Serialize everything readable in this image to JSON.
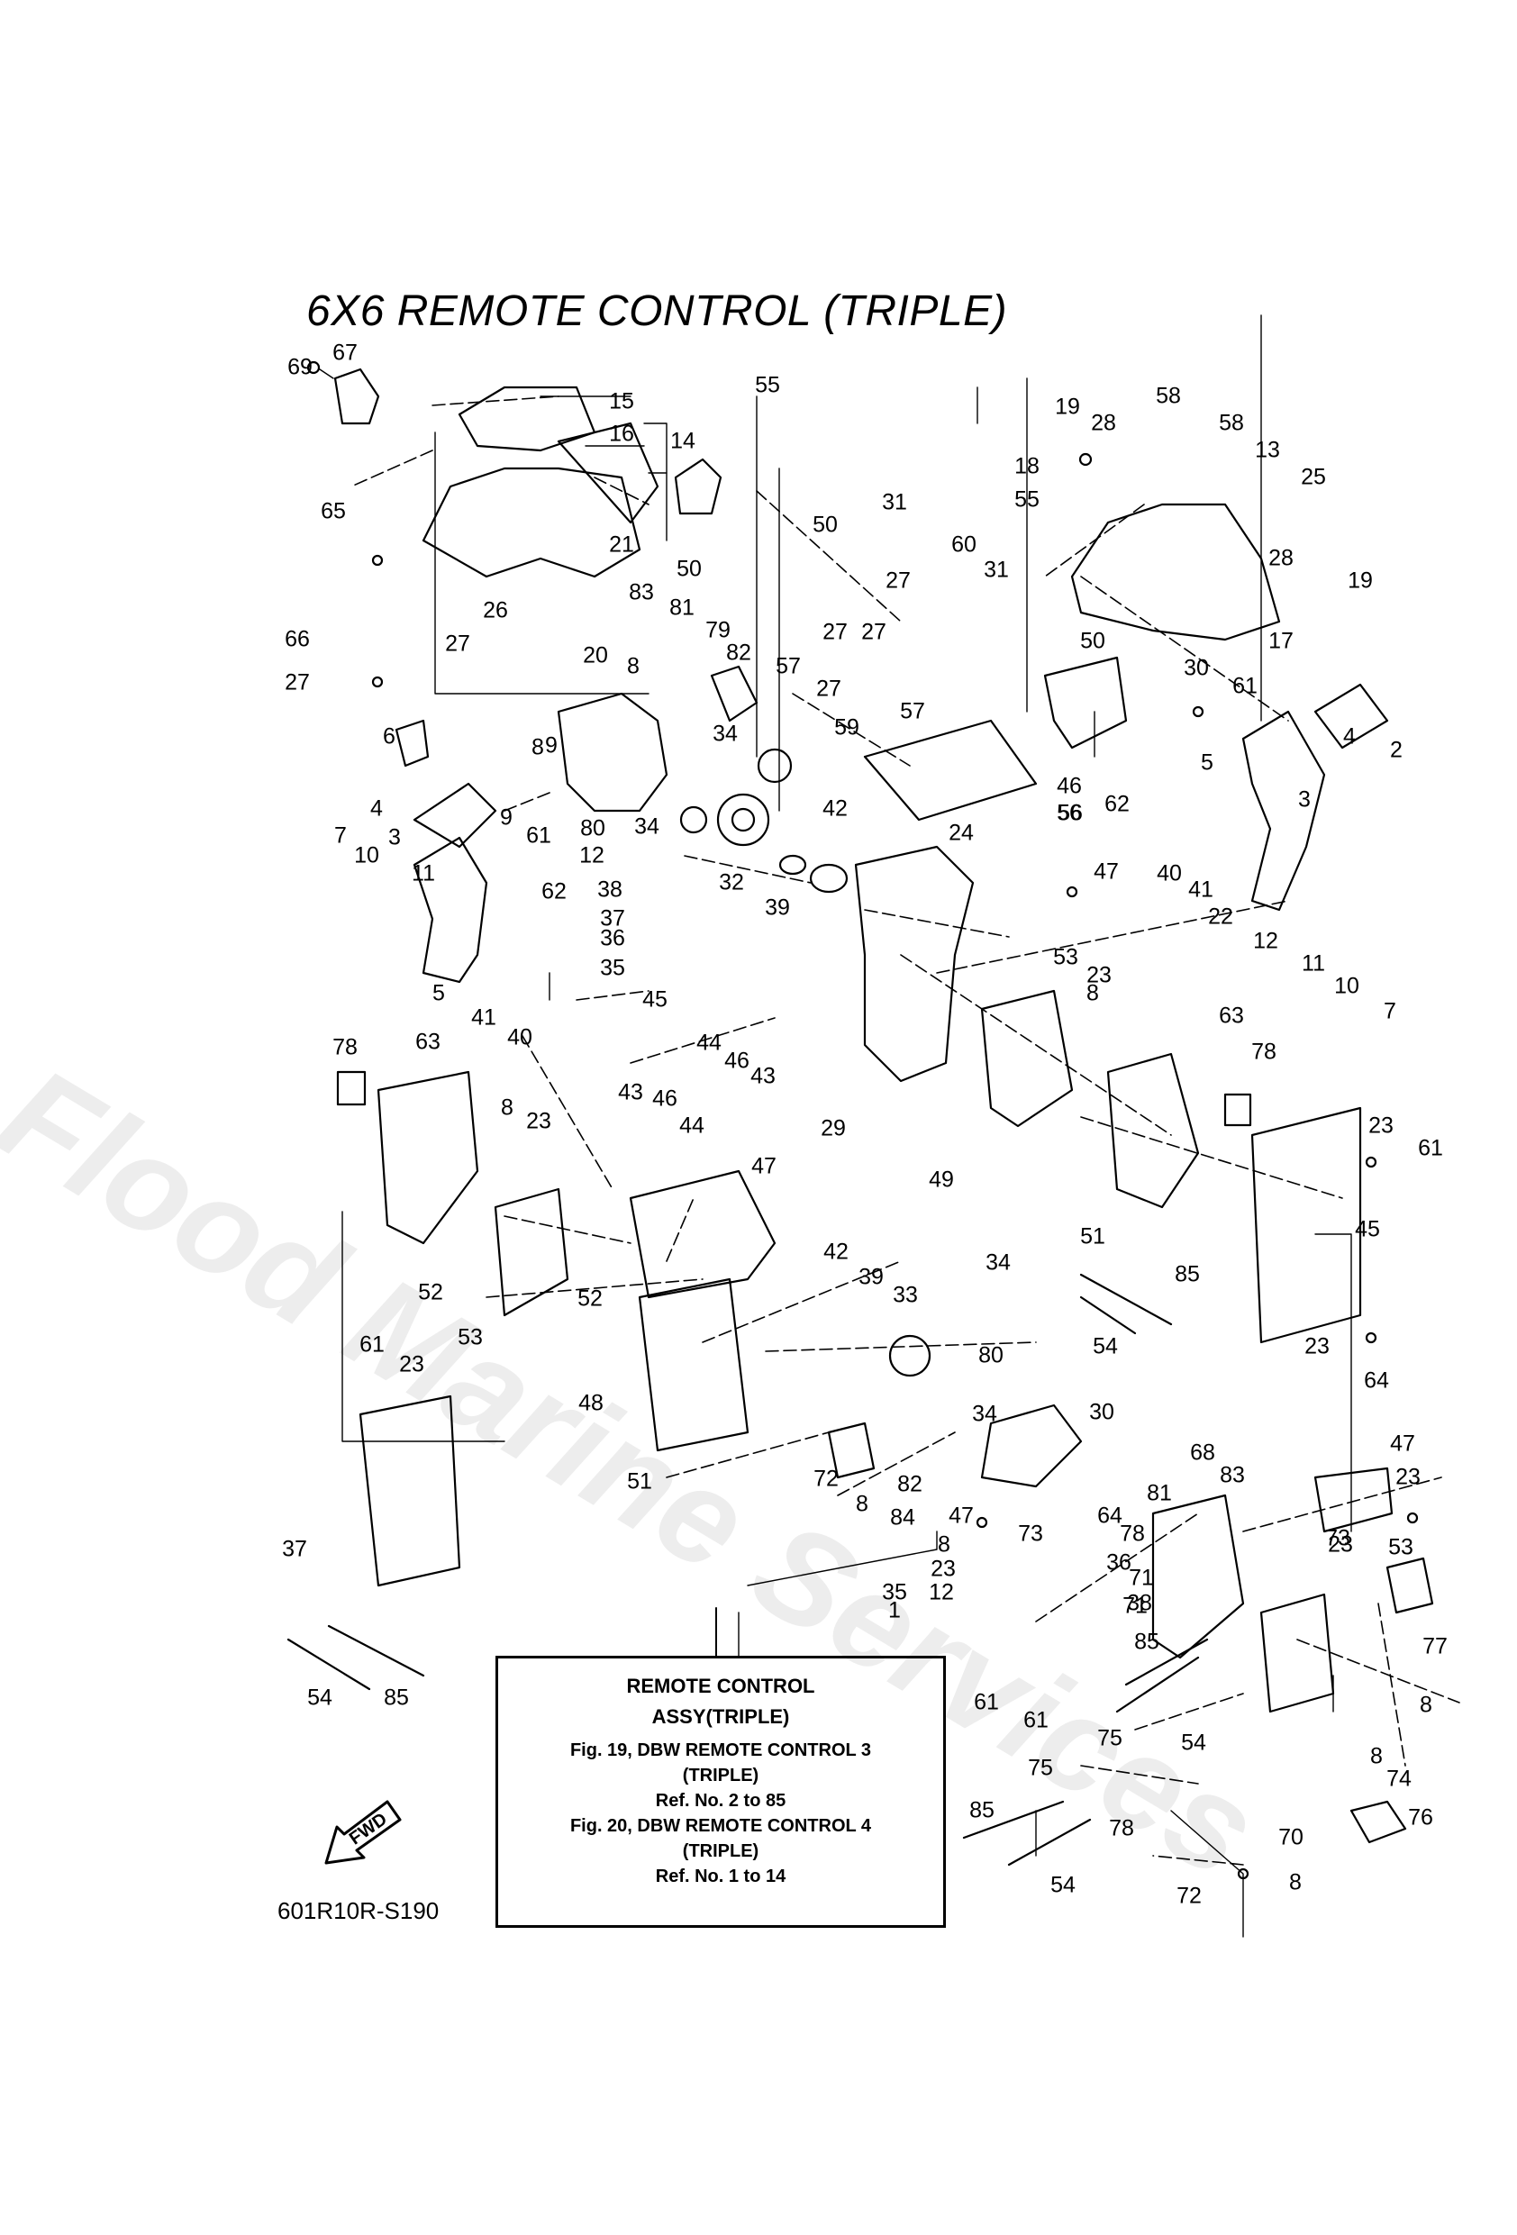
{
  "title": "6X6 REMOTE CONTROL (TRIPLE)",
  "watermark": "Flood Marine Services",
  "diagram_code": "601R10R-S190",
  "fwd_label": "FWD",
  "info_box": {
    "heading_1": "REMOTE CONTROL",
    "heading_2": "ASSY(TRIPLE)",
    "fig19_line1": "Fig. 19, DBW REMOTE CONTROL 3",
    "fig19_line2": "(TRIPLE)",
    "fig19_ref": "Ref. No. 2 to 85",
    "fig20_line1": "Fig. 20, DBW REMOTE CONTROL 4",
    "fig20_line2": "(TRIPLE)",
    "fig20_ref": "Ref. No. 1 to 14"
  },
  "callouts": [
    {
      "n": "69"
    },
    {
      "n": "67"
    },
    {
      "n": "15"
    },
    {
      "n": "16"
    },
    {
      "n": "14"
    },
    {
      "n": "55"
    },
    {
      "n": "58"
    },
    {
      "n": "19"
    },
    {
      "n": "28"
    },
    {
      "n": "58"
    },
    {
      "n": "13"
    },
    {
      "n": "25"
    },
    {
      "n": "65"
    },
    {
      "n": "21"
    },
    {
      "n": "50"
    },
    {
      "n": "31"
    },
    {
      "n": "18"
    },
    {
      "n": "55"
    },
    {
      "n": "27"
    },
    {
      "n": "50"
    },
    {
      "n": "60"
    },
    {
      "n": "31"
    },
    {
      "n": "28"
    },
    {
      "n": "19"
    },
    {
      "n": "83"
    },
    {
      "n": "81"
    },
    {
      "n": "79"
    },
    {
      "n": "26"
    },
    {
      "n": "27"
    },
    {
      "n": "27"
    },
    {
      "n": "27"
    },
    {
      "n": "27"
    },
    {
      "n": "17"
    },
    {
      "n": "66"
    },
    {
      "n": "82"
    },
    {
      "n": "57"
    },
    {
      "n": "50"
    },
    {
      "n": "20"
    },
    {
      "n": "8"
    },
    {
      "n": "30"
    },
    {
      "n": "61"
    },
    {
      "n": "9"
    },
    {
      "n": "27"
    },
    {
      "n": "59"
    },
    {
      "n": "57"
    },
    {
      "n": "8"
    },
    {
      "n": "34"
    },
    {
      "n": "2"
    },
    {
      "n": "4"
    },
    {
      "n": "6"
    },
    {
      "n": "5"
    },
    {
      "n": "46"
    },
    {
      "n": "3"
    },
    {
      "n": "4"
    },
    {
      "n": "62"
    },
    {
      "n": "56"
    },
    {
      "n": "24"
    },
    {
      "n": "80"
    },
    {
      "n": "34"
    },
    {
      "n": "42"
    },
    {
      "n": "7"
    },
    {
      "n": "9"
    },
    {
      "n": "61"
    },
    {
      "n": "3"
    },
    {
      "n": "56"
    },
    {
      "n": "10"
    },
    {
      "n": "12"
    },
    {
      "n": "47"
    },
    {
      "n": "40"
    },
    {
      "n": "41"
    },
    {
      "n": "11"
    },
    {
      "n": "62"
    },
    {
      "n": "38"
    },
    {
      "n": "32"
    },
    {
      "n": "39"
    },
    {
      "n": "37"
    },
    {
      "n": "22"
    },
    {
      "n": "12"
    },
    {
      "n": "36"
    },
    {
      "n": "11"
    },
    {
      "n": "35"
    },
    {
      "n": "10"
    },
    {
      "n": "7"
    },
    {
      "n": "5"
    },
    {
      "n": "41"
    },
    {
      "n": "40"
    },
    {
      "n": "45"
    },
    {
      "n": "53"
    },
    {
      "n": "23"
    },
    {
      "n": "8"
    },
    {
      "n": "44"
    },
    {
      "n": "46"
    },
    {
      "n": "43"
    },
    {
      "n": "63"
    },
    {
      "n": "78"
    },
    {
      "n": "78"
    },
    {
      "n": "63"
    },
    {
      "n": "43"
    },
    {
      "n": "46"
    },
    {
      "n": "44"
    },
    {
      "n": "8"
    },
    {
      "n": "23"
    },
    {
      "n": "23"
    },
    {
      "n": "61"
    },
    {
      "n": "29"
    },
    {
      "n": "49"
    },
    {
      "n": "45"
    },
    {
      "n": "51"
    },
    {
      "n": "52"
    },
    {
      "n": "52"
    },
    {
      "n": "47"
    },
    {
      "n": "42"
    },
    {
      "n": "39"
    },
    {
      "n": "34"
    },
    {
      "n": "85"
    },
    {
      "n": "53"
    },
    {
      "n": "33"
    },
    {
      "n": "54"
    },
    {
      "n": "61"
    },
    {
      "n": "23"
    },
    {
      "n": "80"
    },
    {
      "n": "23"
    },
    {
      "n": "64"
    },
    {
      "n": "48"
    },
    {
      "n": "34"
    },
    {
      "n": "30"
    },
    {
      "n": "51"
    },
    {
      "n": "68"
    },
    {
      "n": "47"
    },
    {
      "n": "72"
    },
    {
      "n": "82"
    },
    {
      "n": "83"
    },
    {
      "n": "23"
    },
    {
      "n": "8"
    },
    {
      "n": "84"
    },
    {
      "n": "81"
    },
    {
      "n": "47"
    },
    {
      "n": "73"
    },
    {
      "n": "8"
    },
    {
      "n": "64"
    },
    {
      "n": "37"
    },
    {
      "n": "78"
    },
    {
      "n": "73"
    },
    {
      "n": "23"
    },
    {
      "n": "36"
    },
    {
      "n": "23"
    },
    {
      "n": "71"
    },
    {
      "n": "53"
    },
    {
      "n": "38"
    },
    {
      "n": "35"
    },
    {
      "n": "12"
    },
    {
      "n": "1"
    },
    {
      "n": "71"
    },
    {
      "n": "85"
    },
    {
      "n": "77"
    },
    {
      "n": "54"
    },
    {
      "n": "85"
    },
    {
      "n": "61"
    },
    {
      "n": "61"
    },
    {
      "n": "8"
    },
    {
      "n": "75"
    },
    {
      "n": "54"
    },
    {
      "n": "75"
    },
    {
      "n": "8"
    },
    {
      "n": "74"
    },
    {
      "n": "85"
    },
    {
      "n": "78"
    },
    {
      "n": "70"
    },
    {
      "n": "76"
    },
    {
      "n": "54"
    },
    {
      "n": "72"
    },
    {
      "n": "8"
    }
  ]
}
